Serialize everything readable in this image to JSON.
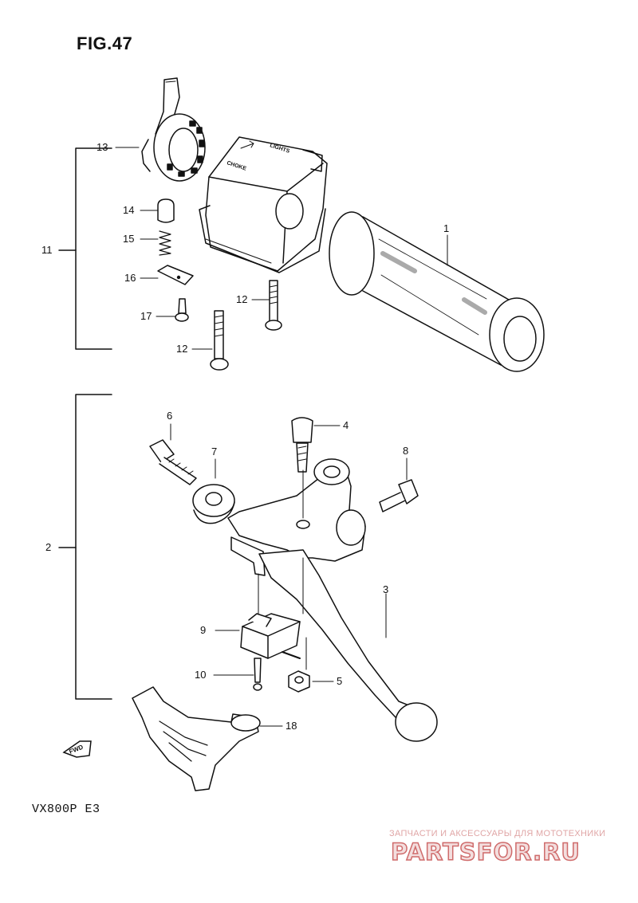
{
  "figure": {
    "title": "FIG.47",
    "model": "VX800P  E3"
  },
  "callouts": {
    "c1": "1",
    "c2": "2",
    "c3": "3",
    "c4": "4",
    "c5": "5",
    "c6": "6",
    "c7": "7",
    "c8": "8",
    "c9": "9",
    "c10": "10",
    "c11": "11",
    "c12a": "12",
    "c12b": "12",
    "c13": "13",
    "c14": "14",
    "c15": "15",
    "c16": "16",
    "c17": "17",
    "c18": "18"
  },
  "switch_labels": {
    "lights": "LIGHTS",
    "choke": "CHOKE"
  },
  "fwd_badge": "FWD",
  "watermark": {
    "tagline": "ЗАПЧАСТИ И АКСЕССУАРЫ ДЛЯ МОТОТЕХНИКИ",
    "logo": "PARTSFOR.RU"
  }
}
